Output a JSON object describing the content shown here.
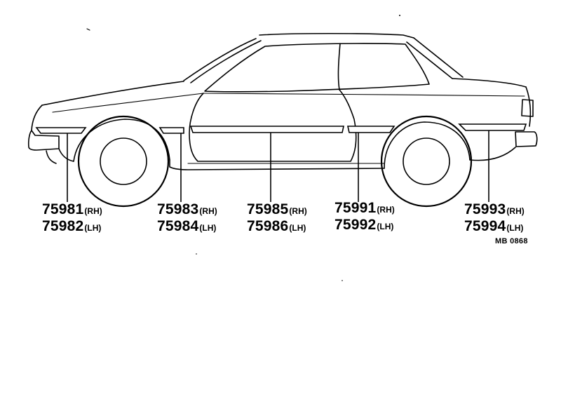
{
  "diagram": {
    "callouts": [
      {
        "id": "front-fender",
        "rh_number": "75981",
        "rh_side": "(RH)",
        "lh_number": "75982",
        "lh_side": "(LH)"
      },
      {
        "id": "front-wheel-rear",
        "rh_number": "75983",
        "rh_side": "(RH)",
        "lh_number": "75984",
        "lh_side": "(LH)"
      },
      {
        "id": "door",
        "rh_number": "75985",
        "rh_side": "(RH)",
        "lh_number": "75986",
        "lh_side": "(LH)"
      },
      {
        "id": "quarter-front",
        "rh_number": "75991",
        "rh_side": "(RH)",
        "lh_number": "75992",
        "lh_side": "(LH)"
      },
      {
        "id": "rear-quarter",
        "rh_number": "75993",
        "rh_side": "(RH)",
        "lh_number": "75994",
        "lh_side": "(LH)"
      }
    ],
    "figure_code": "MB 0868"
  }
}
